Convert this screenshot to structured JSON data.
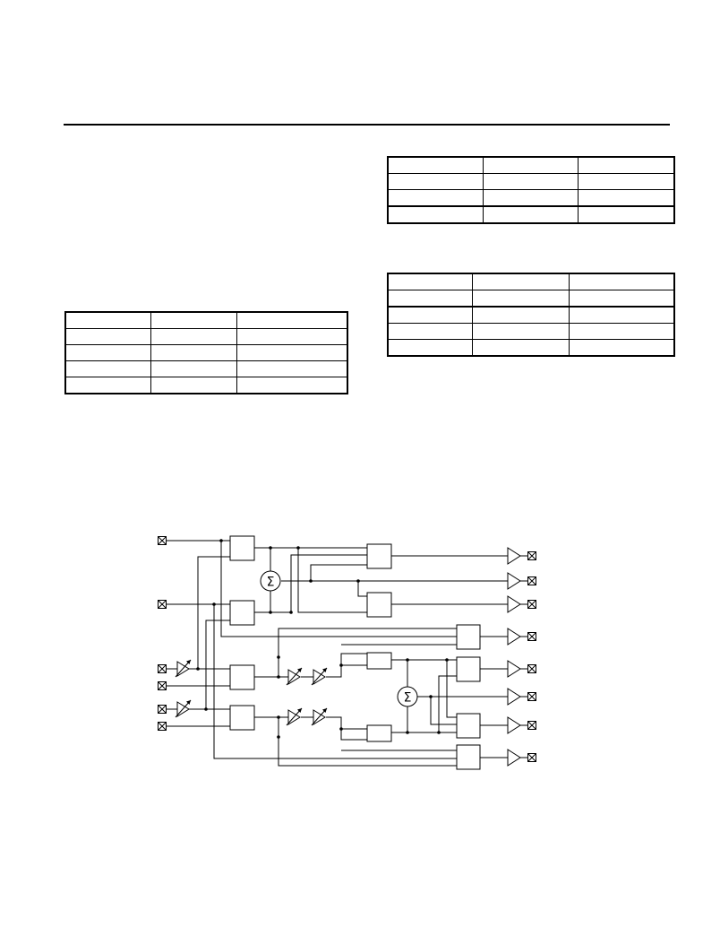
{
  "page": {
    "top_rule": true
  },
  "tables": {
    "top_right": {
      "rows": [
        [
          "",
          "",
          ""
        ],
        [
          "",
          "",
          ""
        ],
        [
          "",
          "",
          ""
        ],
        [
          "",
          "",
          ""
        ]
      ]
    },
    "mid_right": {
      "rows": [
        [
          "",
          "",
          ""
        ],
        [
          "",
          "",
          ""
        ],
        [
          "",
          "",
          ""
        ],
        [
          "",
          "",
          ""
        ],
        [
          "",
          "",
          ""
        ]
      ]
    },
    "left": {
      "rows": [
        [
          "",
          "",
          ""
        ],
        [
          "",
          "",
          ""
        ],
        [
          "",
          "",
          ""
        ],
        [
          "",
          "",
          ""
        ],
        [
          "",
          "",
          ""
        ]
      ]
    }
  },
  "diagram": {
    "summer_symbol": "Σ",
    "input_count": 6,
    "output_count": 8,
    "stroke_color": "#000000"
  }
}
